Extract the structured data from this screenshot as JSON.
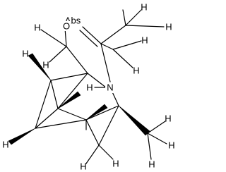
{
  "atoms": {
    "H": "H",
    "N": "N",
    "O": "O",
    "Abs": "Abs"
  },
  "colors": {
    "ink": "#000000",
    "background": "#ffffff"
  }
}
